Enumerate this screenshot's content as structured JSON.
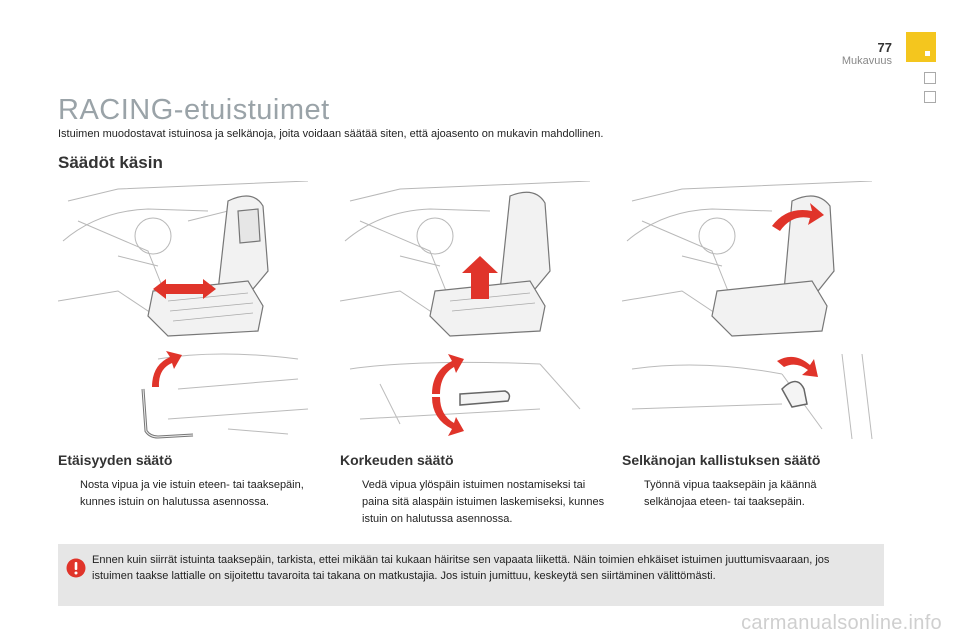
{
  "header": {
    "page_number": "77",
    "section": "Mukavuus"
  },
  "title": "RACING-etuistuimet",
  "intro": "Istuimen muodostavat istuinosa ja selkänoja, joita voidaan säätää siten, että ajoasento on mukavin mahdollinen.",
  "subtitle": "Säädöt käsin",
  "columns": [
    {
      "title": "Etäisyyden säätö",
      "bullet_mark": "",
      "text": "Nosta vipua ja vie istuin eteen- tai taaksepäin, kunnes istuin on halutussa asennossa."
    },
    {
      "title": "Korkeuden säätö",
      "bullet_mark": "",
      "text": "Vedä vipua ylöspäin istuimen nostamiseksi tai paina sitä alaspäin istuimen laskemiseksi, kunnes istuin on halutussa asennossa."
    },
    {
      "title": "Selkänojan kallistuksen säätö",
      "bullet_mark": "",
      "text": "Työnnä vipua taaksepäin ja käännä selkänojaa eteen- tai taaksepäin."
    }
  ],
  "warning": {
    "text": "Ennen kuin siirrät istuinta taaksepäin, tarkista, ettei mikään tai kukaan häiritse sen vapaata liikettä. Näin toimien ehkäiset istuimen juuttumisvaaraan, jos istuimen taakse lattialle on sijoitettu tavaroita tai takana on matkustajia. Jos istuin jumittuu, keskeytä sen siirtäminen välittömästi.",
    "icon": "warning-exclamation-icon"
  },
  "watermark": "carmanualsonline.info",
  "colors": {
    "accent_yellow": "#f4c61e",
    "arrow_red": "#e0342a",
    "title_grey": "#9aa3a8",
    "warning_bg": "#e6e6e6"
  }
}
